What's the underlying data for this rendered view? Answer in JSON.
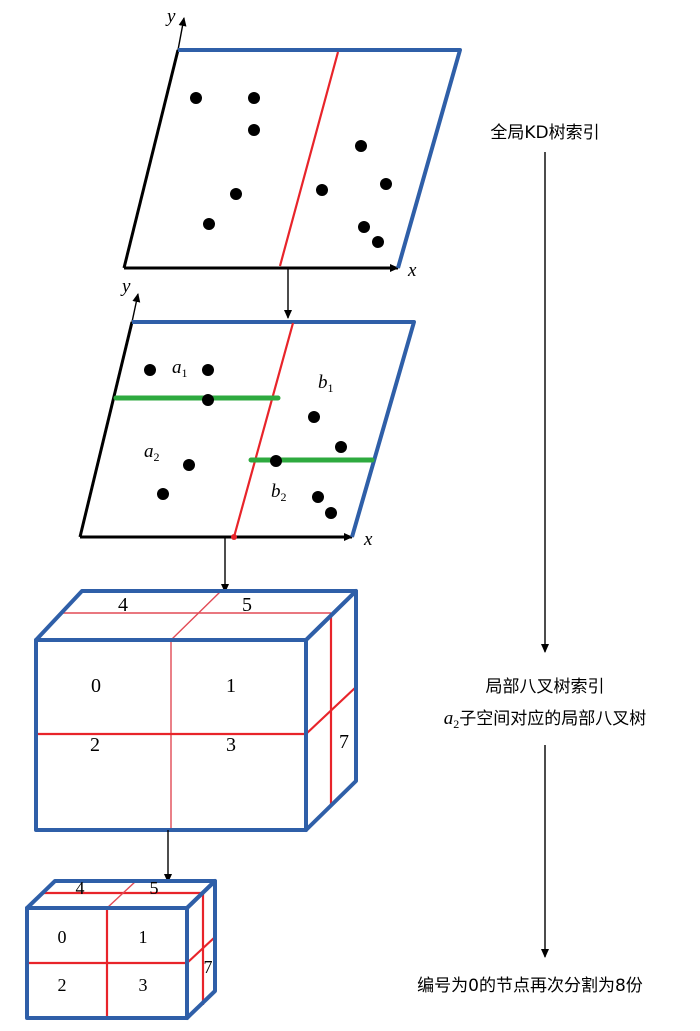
{
  "panel_kd_global": {
    "axis_x": "x",
    "axis_y": "y"
  },
  "panel_kd_local": {
    "axis_x": "x",
    "axis_y": "y",
    "regions": [
      {
        "base": "a",
        "sub": "1"
      },
      {
        "base": "b",
        "sub": "1"
      },
      {
        "base": "a",
        "sub": "2"
      },
      {
        "base": "b",
        "sub": "2"
      }
    ]
  },
  "octree_box": {
    "cells": [
      "0",
      "1",
      "2",
      "3",
      "4",
      "5",
      "7"
    ]
  },
  "octree_box_sub": {
    "cells": [
      "0",
      "1",
      "2",
      "3",
      "4",
      "5",
      "7"
    ]
  },
  "captions": {
    "global": "全局KD树索引",
    "local_title": "局部八叉树索引",
    "local_sub_base": "a",
    "local_sub_index": "2",
    "local_sub_rest": "子空间对应的局部八叉树",
    "subdivide": "编号为0的节点再次分割为8份"
  },
  "colors": {
    "frame": "#2f5fa8",
    "split_x": "#e8242a",
    "split_y": "#2eaa3f"
  }
}
